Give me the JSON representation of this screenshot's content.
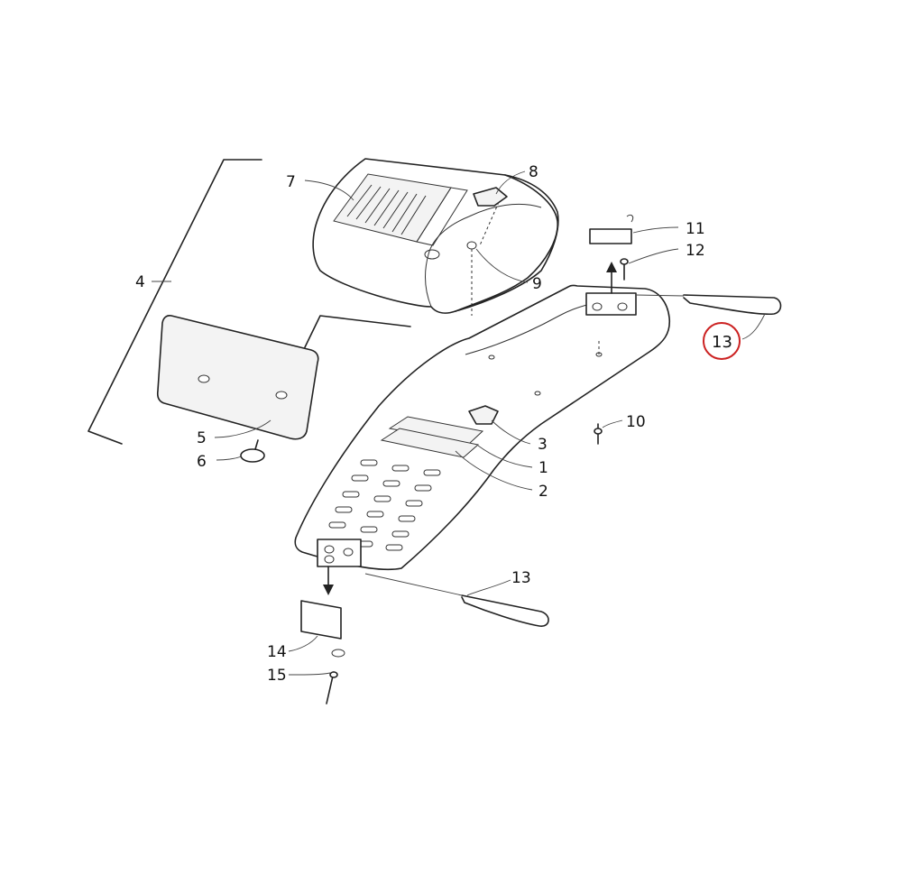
{
  "diagram": {
    "callouts": [
      {
        "id": "1",
        "label": "1"
      },
      {
        "id": "2",
        "label": "2"
      },
      {
        "id": "3",
        "label": "3"
      },
      {
        "id": "4",
        "label": "4"
      },
      {
        "id": "5",
        "label": "5"
      },
      {
        "id": "6",
        "label": "6"
      },
      {
        "id": "7",
        "label": "7"
      },
      {
        "id": "8",
        "label": "8"
      },
      {
        "id": "9",
        "label": "9"
      },
      {
        "id": "10",
        "label": "10"
      },
      {
        "id": "11",
        "label": "11"
      },
      {
        "id": "12",
        "label": "12"
      },
      {
        "id": "13a",
        "label": "13",
        "highlighted": true
      },
      {
        "id": "13b",
        "label": "13"
      },
      {
        "id": "14",
        "label": "14"
      },
      {
        "id": "15",
        "label": "15"
      }
    ],
    "highlight_color": "#cc2222"
  }
}
